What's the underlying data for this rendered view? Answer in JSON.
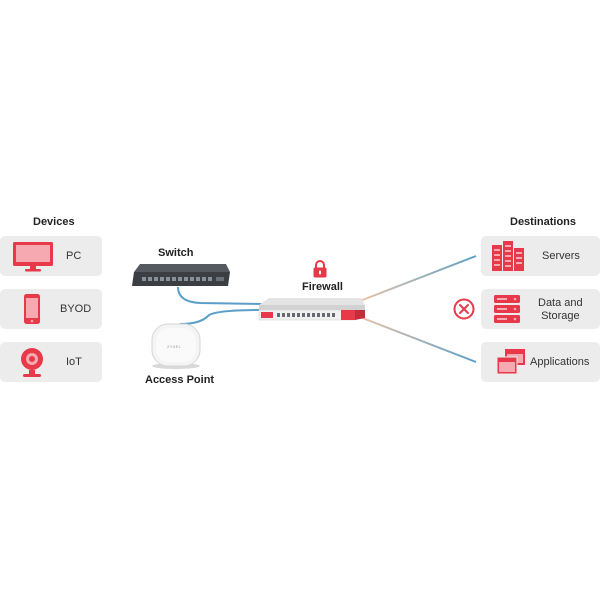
{
  "sources": {
    "heading": "Devices",
    "items": [
      {
        "label": "PC",
        "icon": "monitor-icon"
      },
      {
        "label": "BYOD",
        "icon": "smartphone-icon"
      },
      {
        "label": "IoT",
        "icon": "webcam-icon"
      }
    ]
  },
  "network": {
    "switch_label": "Switch",
    "access_point_label": "Access Point",
    "access_point_brand": "ZYXEL",
    "firewall_label": "Firewall",
    "firewall_icon": "lock-icon",
    "blocked_icon": "blocked-x-icon"
  },
  "destinations": {
    "heading": "Destinations",
    "items": [
      {
        "label": "Servers",
        "icon": "server-rack-icon"
      },
      {
        "label_line1": "Data and",
        "label_line2": "Storage",
        "icon": "storage-icon"
      },
      {
        "label": "Applications",
        "icon": "app-windows-icon"
      }
    ]
  },
  "colors": {
    "accent": "#e8394a",
    "card_bg": "#ececec",
    "link_blue": "#5b9ec9",
    "text": "#222222"
  }
}
